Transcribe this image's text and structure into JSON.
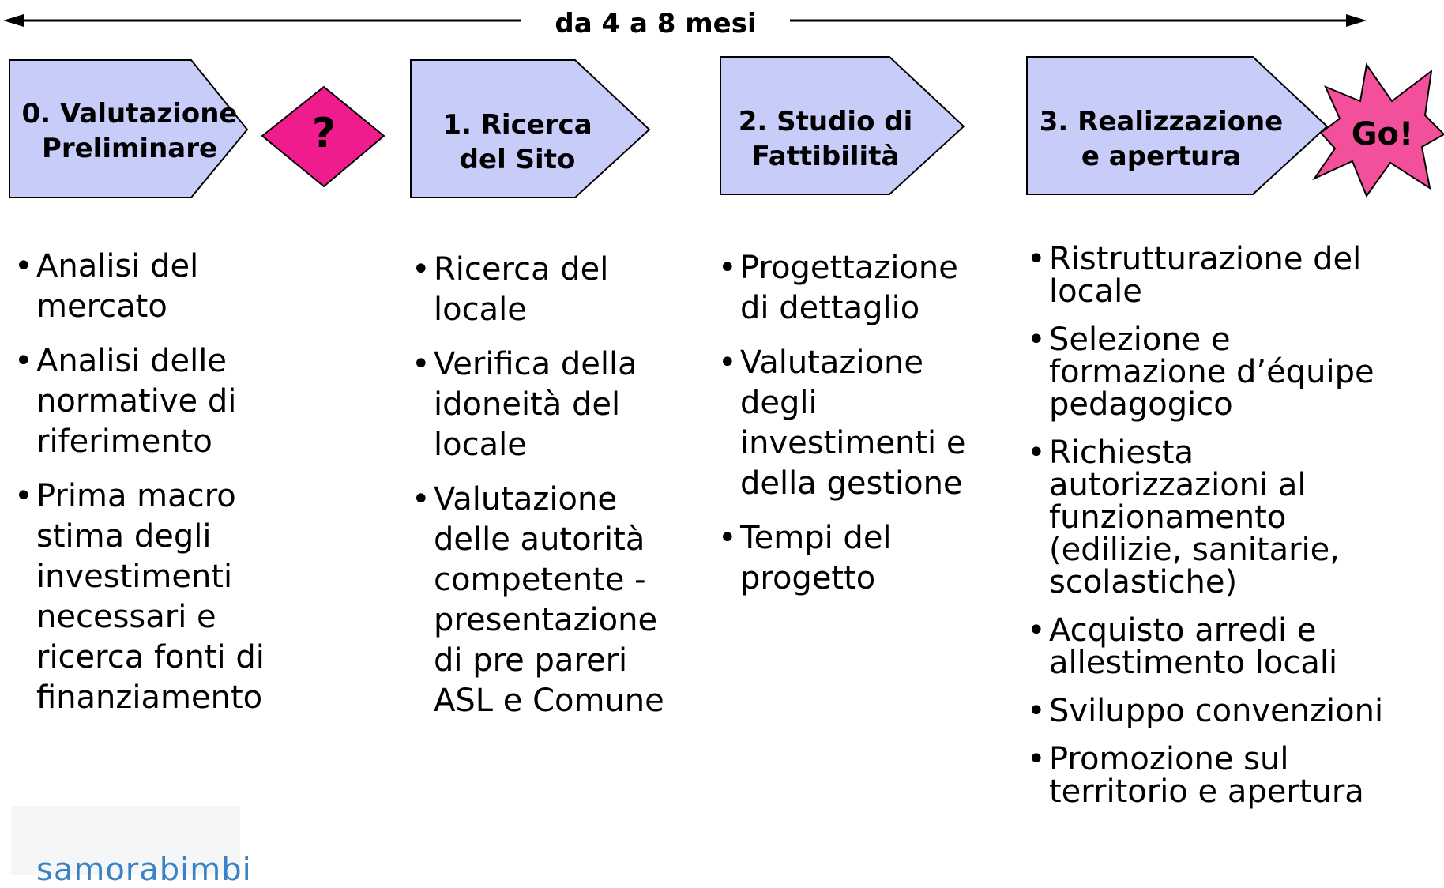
{
  "timeline": {
    "label": "da 4  a  8  mesi"
  },
  "phases": [
    {
      "title_line1": "0. Valutazione",
      "title_line2": "Preliminare"
    },
    {
      "title_line1": "1. Ricerca",
      "title_line2": "del Sito"
    },
    {
      "title_line1": "2. Studio di",
      "title_line2": "Fattibilità"
    },
    {
      "title_line1": "3. Realizzazione",
      "title_line2": "e apertura"
    }
  ],
  "decision": {
    "label": "?"
  },
  "go_burst": {
    "label": "Go!"
  },
  "columns": [
    {
      "items": [
        "Analisi del mercato",
        "Analisi delle normative di riferimento",
        "Prima macro stima degli investimenti necessari e ricerca fonti di finanziamento"
      ]
    },
    {
      "items": [
        "Ricerca del locale",
        "Verifica della idoneità del locale",
        "Valutazione delle autorità competente - presentazione di pre pareri ASL e Comune"
      ]
    },
    {
      "items": [
        "Progettazione di dettaglio",
        "Valutazione degli investimenti e della gestione",
        "Tempi del progetto"
      ]
    },
    {
      "items": [
        "Ristrutturazione del locale",
        "Selezione e formazione d’équipe pedagogico",
        "Richiesta autorizzazioni al funzionamento (edilizie, sanitarie, scolastiche)",
        "Acquisto arredi e allestimento locali",
        "Sviluppo convenzioni",
        "Promozione sul territorio e apertura"
      ]
    }
  ],
  "logo": {
    "text": "samorabimbi"
  },
  "colors": {
    "phase_fill": "#c8ccf8",
    "decision_fill": "#ee1c8c",
    "burst_fill": "#f2509a",
    "outline": "#000000"
  }
}
